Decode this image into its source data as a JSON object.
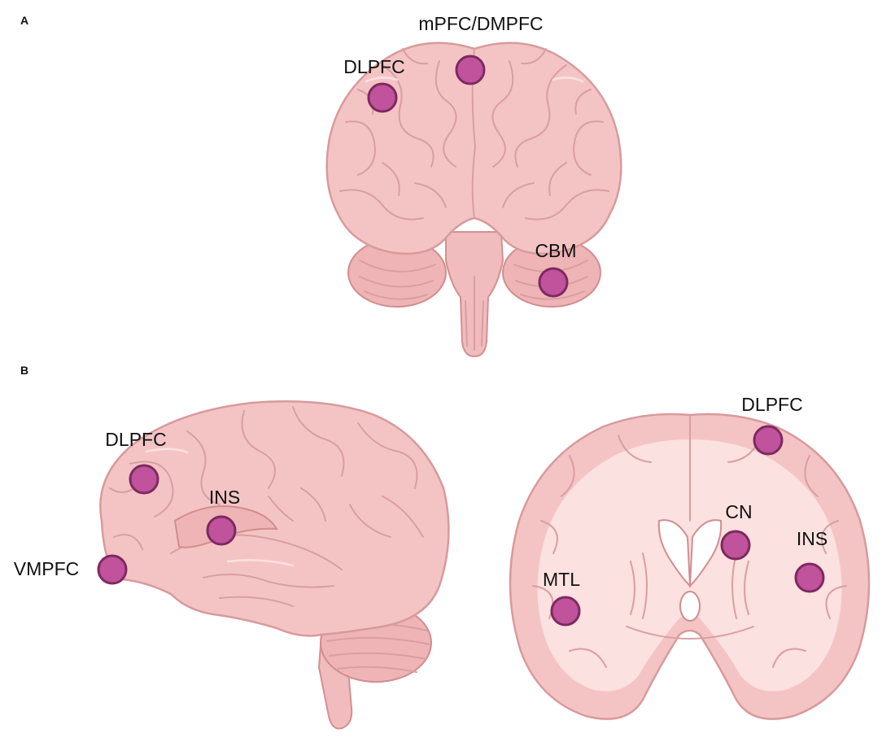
{
  "panels": [
    {
      "letter": "A",
      "view": "frontal-brain",
      "regions": [
        {
          "label": "mPFC/DMPFC",
          "icon": "region-marker"
        },
        {
          "label": "DLPFC",
          "icon": "region-marker"
        },
        {
          "label": "CBM",
          "icon": "region-marker"
        }
      ]
    },
    {
      "letter": "B",
      "views": [
        {
          "view": "lateral-brain",
          "regions": [
            {
              "label": "DLPFC",
              "icon": "region-marker"
            },
            {
              "label": "INS",
              "icon": "region-marker"
            },
            {
              "label": "VMPFC",
              "icon": "region-marker"
            }
          ]
        },
        {
          "view": "coronal-section",
          "regions": [
            {
              "label": "DLPFC",
              "icon": "region-marker"
            },
            {
              "label": "CN",
              "icon": "region-marker"
            },
            {
              "label": "INS",
              "icon": "region-marker"
            },
            {
              "label": "MTL",
              "icon": "region-marker"
            }
          ]
        }
      ]
    }
  ],
  "colors": {
    "brain_fill": "#f4c4c4",
    "brain_outline": "#d89a9c",
    "marker_fill": "#c0539b",
    "marker_outline": "#7d2a60"
  }
}
